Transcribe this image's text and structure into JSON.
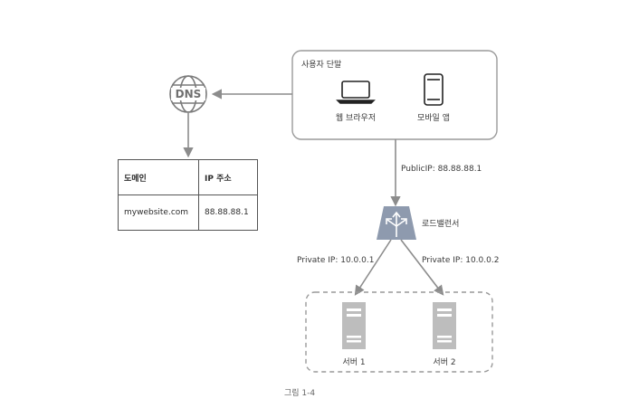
{
  "dns": {
    "label": "DNS"
  },
  "user_devices": {
    "title": "사용자 단말",
    "browser_label": "웹 브라우저",
    "mobile_label": "모바일 앱"
  },
  "dns_table": {
    "headers": [
      "도메인",
      "IP 주소"
    ],
    "rows": [
      [
        "mywebsite.com",
        "88.88.88.1"
      ]
    ]
  },
  "public_ip_label": "PublicIP: 88.88.88.1",
  "load_balancer": {
    "label": "로드밸런서"
  },
  "private_links": [
    {
      "label": "Private IP: 10.0.0.1"
    },
    {
      "label": "Private IP: 10.0.0.2"
    }
  ],
  "servers": [
    {
      "label": "서버 1"
    },
    {
      "label": "서버 2"
    }
  ],
  "caption": "그림 1-4",
  "colors": {
    "stroke": "#8c8c8c",
    "box": "#999999",
    "server_fill": "#bdbdbd",
    "lb_fill": "#8e9aae"
  }
}
